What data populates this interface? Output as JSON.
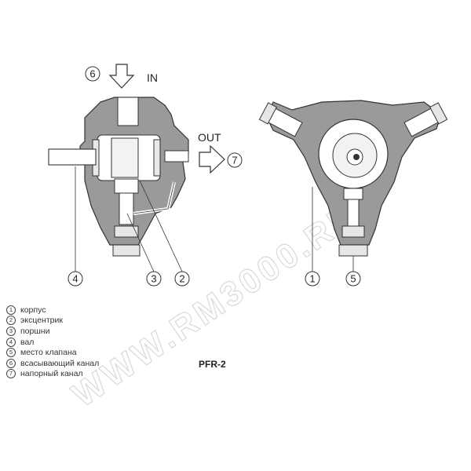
{
  "watermark": "WWW.RM3000.RU",
  "model_label": "PFR-2",
  "flow_labels": {
    "in": "IN",
    "out": "OUT"
  },
  "callouts": {
    "in_port": "6",
    "out_port": "7",
    "left_shaft": "4",
    "left_piston": "3",
    "left_eccentric": "2",
    "right_body": "1",
    "right_valve": "5"
  },
  "legend": [
    {
      "num": "1",
      "text": "корпус"
    },
    {
      "num": "2",
      "text": "эксцентрик"
    },
    {
      "num": "3",
      "text": "поршни"
    },
    {
      "num": "4",
      "text": "вал"
    },
    {
      "num": "5",
      "text": "место клапана"
    },
    {
      "num": "6",
      "text": "всасывающий канал"
    },
    {
      "num": "7",
      "text": "напорный канал"
    }
  ],
  "colors": {
    "body_fill": "#9a9a9a",
    "outline": "#333333",
    "watermark": "#d9d9d9"
  }
}
